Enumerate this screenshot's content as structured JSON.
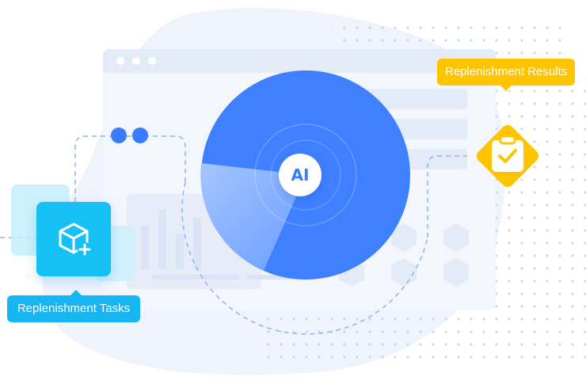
{
  "labels": {
    "results": "Replenishment Results",
    "tasks": "Replenishment Tasks",
    "ai": "AI"
  },
  "icons": {
    "box": "package-add-icon",
    "clipboard": "clipboard-check-icon"
  },
  "colors": {
    "primary_blue": "#3a7cff",
    "cyan": "#15c1f4",
    "yellow": "#ffc400",
    "window": "#eef3fc"
  }
}
